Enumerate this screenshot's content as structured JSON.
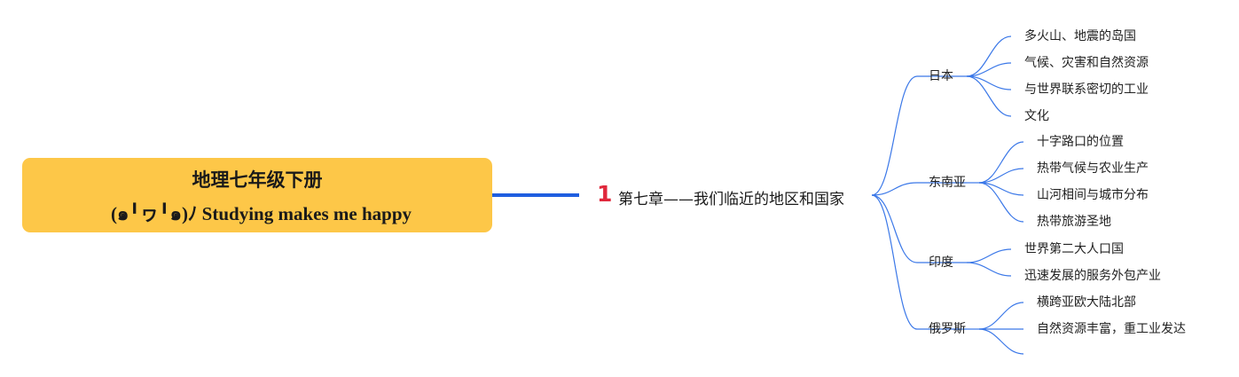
{
  "root": {
    "title": "地理七年级下册",
    "subtitle": "(๑╹ヮ╹๑)ﾉ Studying makes me happy"
  },
  "chapter": {
    "number": "1",
    "label": "第七章——我们临近的地区和国家"
  },
  "topics": [
    {
      "label": "日本",
      "children": [
        "多火山、地震的岛国",
        "气候、灾害和自然资源",
        "与世界联系密切的工业",
        "文化"
      ]
    },
    {
      "label": "东南亚",
      "children": [
        "十字路口的位置",
        "热带气候与农业生产",
        "山河相间与城市分布",
        "热带旅游圣地"
      ]
    },
    {
      "label": "印度",
      "children": [
        "世界第二大人口国",
        "迅速发展的服务外包产业"
      ]
    },
    {
      "label": "俄罗斯",
      "children": [
        "横跨亚欧大陆北部",
        "自然资源丰富，重工业发达",
        ""
      ]
    }
  ],
  "colors": {
    "root_fill": "#fdc748",
    "trunk_line": "#1f5ee0",
    "branch_line": "#3b78e8",
    "chapter_number": "#e0283c"
  }
}
